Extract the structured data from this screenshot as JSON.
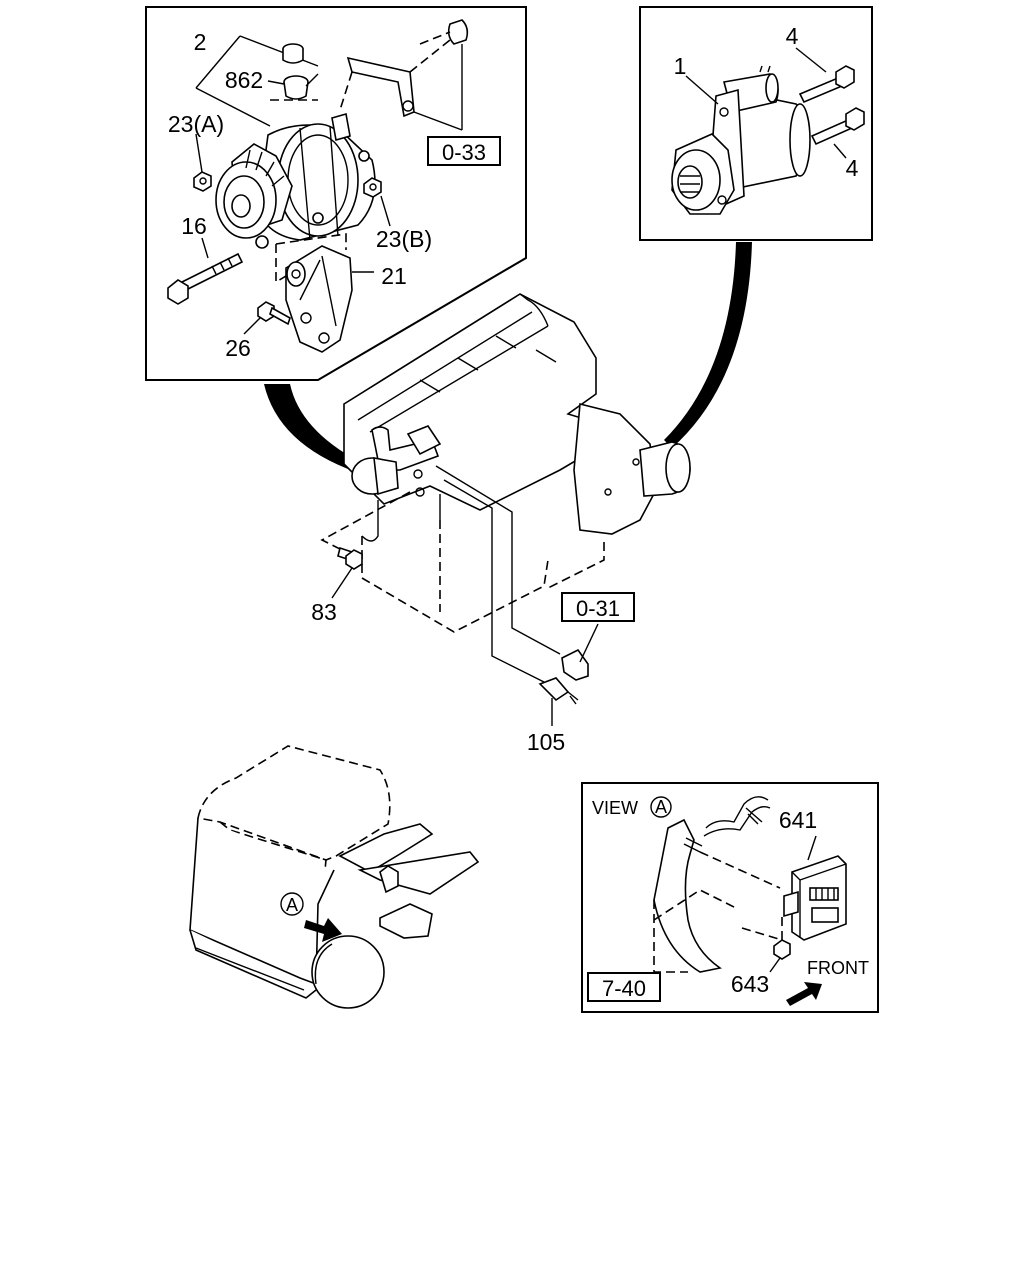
{
  "callouts": {
    "alternator": "2",
    "cap": "862",
    "nut_a": "23(A)",
    "nut_b": "23(B)",
    "through_bolt": "16",
    "bracket": "21",
    "bracket_bolt": "26",
    "starter": "1",
    "starter_bolt_top": "4",
    "starter_bolt_bottom": "4",
    "block_bolt": "83",
    "oil_switch": "105",
    "controller": "641",
    "controller_nut": "643"
  },
  "references": {
    "alt_bracket_ref": "0-33",
    "oil_ref": "0-31",
    "body_ref": "7-40"
  },
  "view_a": {
    "prefix": "VIEW",
    "marker": "A",
    "direction_label": "FRONT"
  },
  "cab": {
    "marker": "A"
  }
}
